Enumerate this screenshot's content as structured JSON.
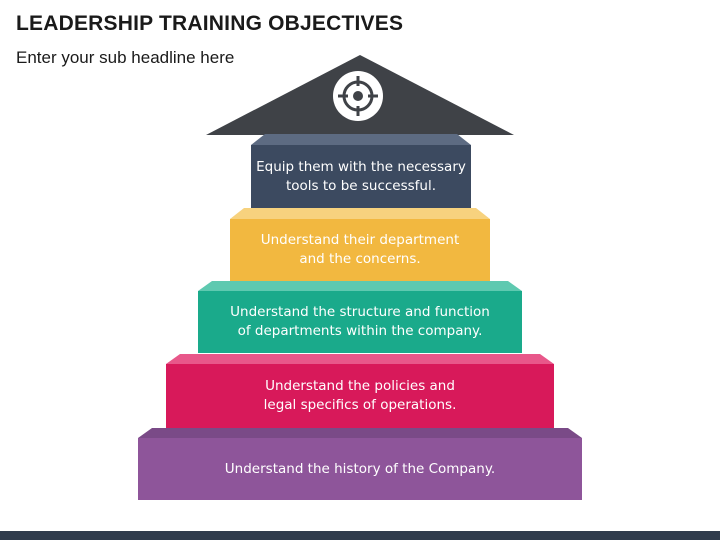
{
  "slide": {
    "title": "LEADERSHIP TRAINING OBJECTIVES",
    "subtitle": "Enter your sub headline here"
  },
  "roof": {
    "color": "#3f4247",
    "icon": "target-icon"
  },
  "steps": [
    {
      "text": "Equip them with the necessary\ntools to be successful.",
      "color": "#3c4a60",
      "top_color": "#5d6b82"
    },
    {
      "text": "Understand their department\nand the concerns.",
      "color": "#f2b840",
      "top_color": "#f7d27e"
    },
    {
      "text": "Understand the structure and function\nof departments within the company.",
      "color": "#1aaa8b",
      "top_color": "#5ec9b0"
    },
    {
      "text": "Understand the policies and\nlegal specifics of operations.",
      "color": "#d8195a",
      "top_color": "#e8578a"
    },
    {
      "text": "Understand the history of the Company.",
      "color": "#8e559a",
      "top_color": "#7a4a87"
    }
  ]
}
